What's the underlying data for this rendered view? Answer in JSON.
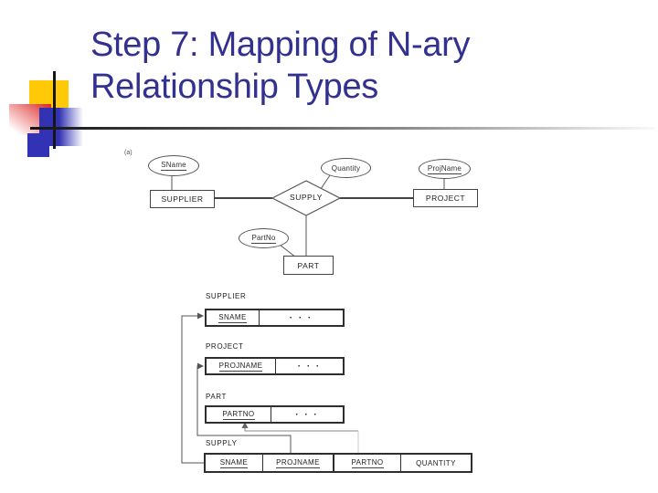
{
  "slide": {
    "title_line1": "Step 7: Mapping of N-ary",
    "title_line2": "Relationship Types"
  },
  "colors": {
    "title_text": "#32318f",
    "accent_yellow": "#ffc907",
    "accent_blue": "#3232b4",
    "accent_red": "#d92626",
    "diagram_line": "#555555"
  },
  "er_diagram": {
    "figure_label": "(a)",
    "entities": {
      "supplier": "SUPPLIER",
      "project": "PROJECT",
      "part": "PART"
    },
    "relationship": "SUPPLY",
    "attributes": {
      "sname": "SName",
      "quantity": "Quantity",
      "projname": "ProjName",
      "partno": "PartNo"
    }
  },
  "relational_schema": {
    "ellipsis": "· · ·",
    "supplier": {
      "label": "SUPPLIER",
      "key": "SNAME"
    },
    "project": {
      "label": "PROJECT",
      "key": "PROJNAME"
    },
    "part": {
      "label": "PART",
      "key": "PARTNO"
    },
    "supply": {
      "label": "SUPPLY",
      "columns": [
        "SNAME",
        "PROJNAME",
        "PARTNO",
        "QUANTITY"
      ]
    }
  }
}
